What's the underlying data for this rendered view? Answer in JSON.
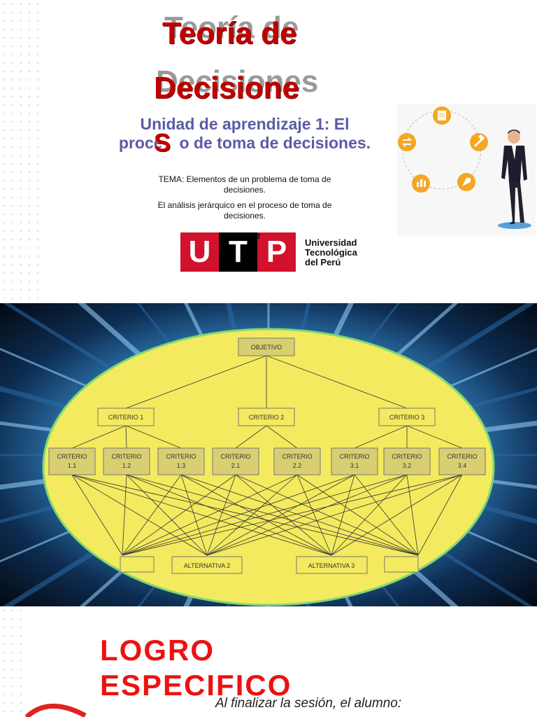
{
  "slide1": {
    "title_line1": "Teoría de",
    "title_line2": "Decisiones",
    "title_line2_part": "Decisione",
    "title_overflow_letter": "S",
    "subtitle_line1": "Unidad de aprendizaje 1: El",
    "subtitle_line2_a": "proce",
    "subtitle_line2_b": "o de toma de decisiones.",
    "tema_line1": "TEMA: Elementos de un problema de toma de",
    "tema_line2": "decisiones.",
    "analisis_line1": "El análisis jerárquico en el proceso de toma de",
    "analisis_line2": "decisiones.",
    "logo": {
      "letters": [
        "U",
        "T",
        "P"
      ],
      "superscript": "2",
      "name_line1": "Universidad",
      "name_line2": "Tecnológica",
      "name_line3": "del Perú"
    },
    "icons": [
      "document-icon",
      "hammer-icon",
      "rocket-icon",
      "chart-icon",
      "refresh-icon"
    ],
    "colors": {
      "title": "#c00000",
      "subtitle": "#5b5ba8",
      "icon_orange": "#f5a623",
      "logo_red": "#d2112d"
    }
  },
  "slide2": {
    "objective": "OBJETIVO",
    "criteria": [
      "CRITERIO 1",
      "CRITERIO 2",
      "CRITERIO 3"
    ],
    "subcriteria": [
      [
        "CRITERIO",
        "1.1"
      ],
      [
        "CRITERIO",
        "1.2"
      ],
      [
        "CRITERIO",
        "1.3"
      ],
      [
        "CRITERIO",
        "2.1"
      ],
      [
        "CRITERIO",
        "2.2"
      ],
      [
        "CRITERIO",
        "3.1"
      ],
      [
        "CRITERIO",
        "3.2"
      ],
      [
        "CRITERIO",
        "3.4"
      ]
    ],
    "alternatives": [
      "",
      "ALTERNATIVA 2",
      "ALTERNATIVA 3",
      ""
    ],
    "colors": {
      "ellipse": "#f3ea5f",
      "node": "#d9cf72",
      "background": "#07131f"
    }
  },
  "slide3": {
    "heading_line1": "LOGRO",
    "heading_line2": "ESPECIFICO",
    "intro": "Al finalizar la sesión, el alumno:"
  }
}
